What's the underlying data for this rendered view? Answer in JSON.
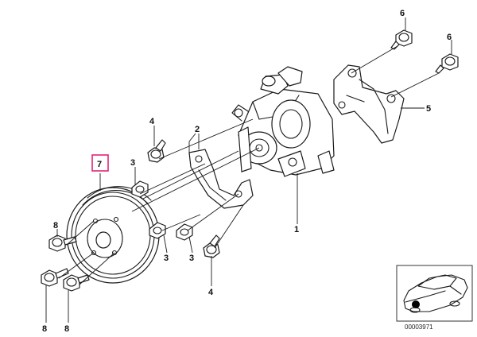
{
  "callouts": {
    "c1": "1",
    "c2": "2",
    "c3a": "3",
    "c3b": "3",
    "c3c": "3",
    "c4a": "4",
    "c4b": "4",
    "c5": "5",
    "c6a": "6",
    "c6b": "6",
    "c7": "7",
    "c8a": "8",
    "c8b": "8",
    "c8c": "8"
  },
  "inset": {
    "reference_number": "00003971"
  },
  "colors": {
    "highlight": "#e0257a",
    "line": "#1a1a1a"
  }
}
